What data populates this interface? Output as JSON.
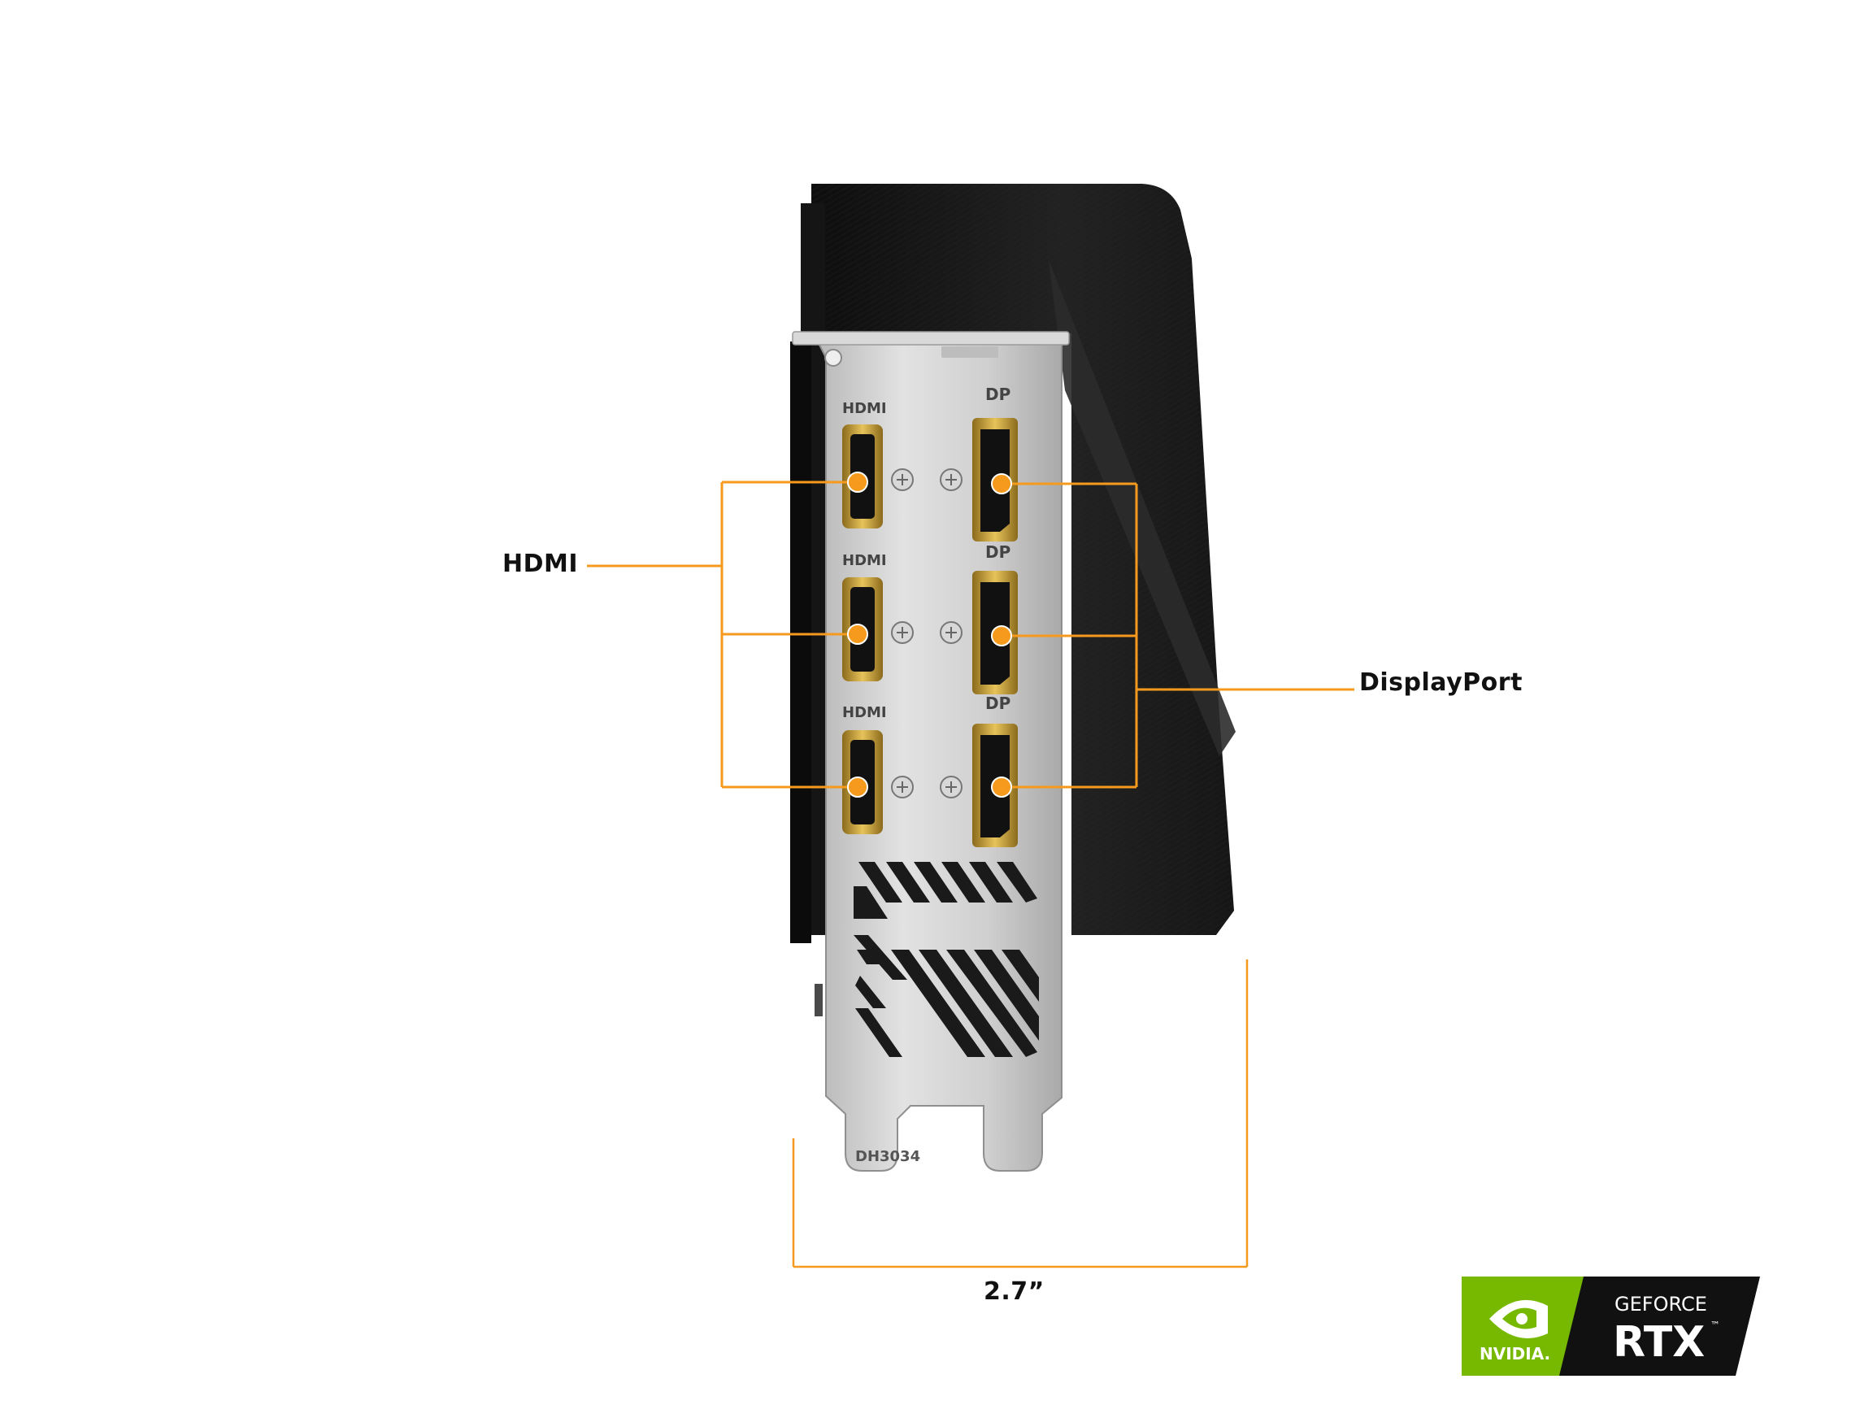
{
  "callouts": {
    "hdmi": "HDMI",
    "displayport": "DisplayPort",
    "width": "2.7”"
  },
  "bracket_labels": {
    "hdmi_1": "HDMI",
    "hdmi_2": "HDMI",
    "hdmi_3": "HDMI",
    "dp_1": "DP",
    "dp_2": "DP",
    "dp_3": "DP",
    "part_no": "DH3034"
  },
  "badge": {
    "brand": "NVIDIA.",
    "line1": "GEFORCE",
    "line2": "RTX",
    "tm": "™"
  },
  "colors": {
    "accent_orange": "#f59a1d",
    "nvidia_green": "#76b900",
    "shroud_black": "#1b1b1b",
    "bracket_silver": "#c9c9c9"
  }
}
